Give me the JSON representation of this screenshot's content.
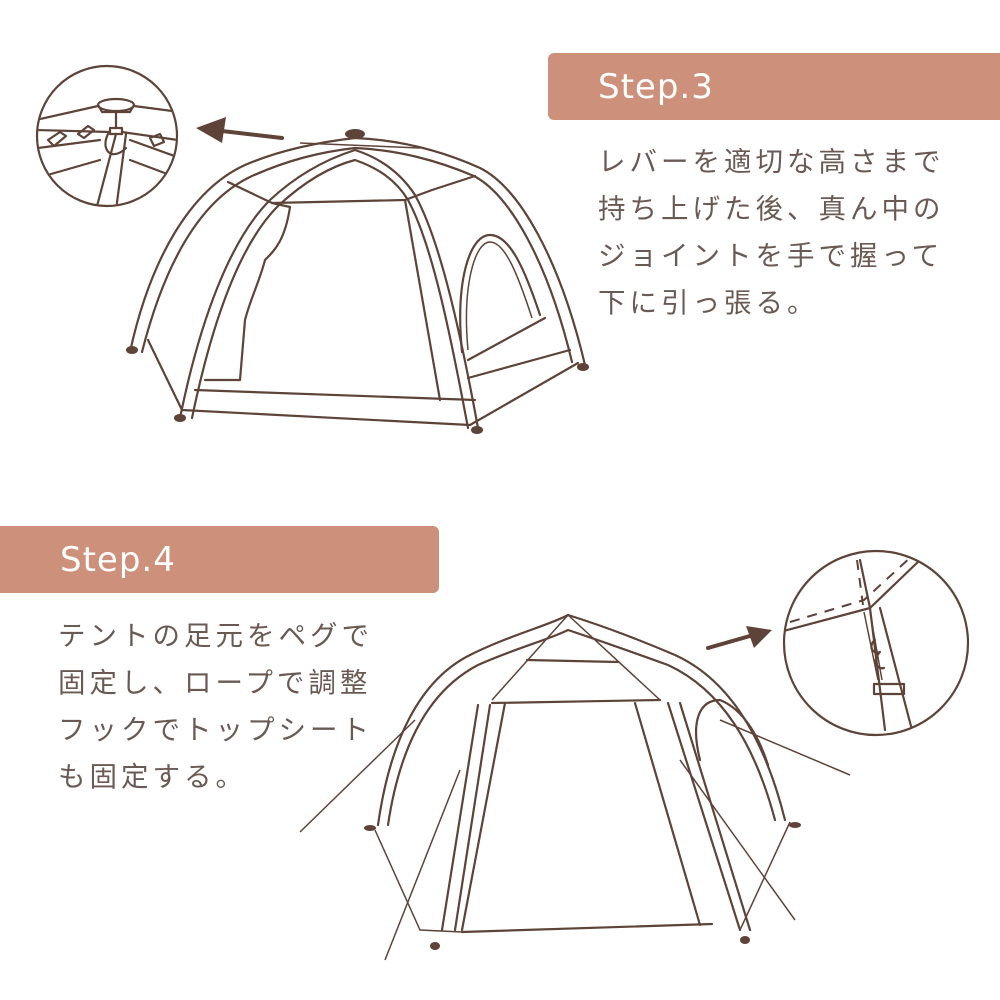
{
  "steps": [
    {
      "label": "Step.3",
      "lines": [
        "レバーを適切な高さまで",
        "持ち上げた後、真ん中の",
        "ジョイントを手で握って",
        "下に引っ張る。"
      ],
      "illustration": "tent-top-hub-pull-down",
      "detail_icon": "hub-joint-magnified-icon",
      "arrow": "arrow-left-icon"
    },
    {
      "label": "Step.4",
      "lines": [
        "テントの足元をペグで",
        "固定し、ロープで調整",
        "フックでトップシート",
        "も固定する。"
      ],
      "illustration": "tent-pegged-with-ropes",
      "detail_icon": "topsheet-hook-magnified-icon",
      "arrow": "arrow-right-icon"
    }
  ],
  "colors": {
    "banner": "#cd907b",
    "banner_text": "#ffffff",
    "body_text": "#6a5a53",
    "line_art": "#5e4338"
  },
  "text3": "レバーを適切な高さまで\n持ち上げた後、真ん中の\nジョイントを手で握って\n下に引っ張る。",
  "text4": "テントの足元をペグで\n固定し、ロープで調整\nフックでトップシート\nも固定する。"
}
